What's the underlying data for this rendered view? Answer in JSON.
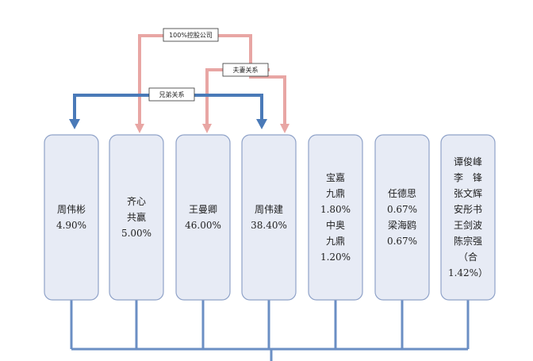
{
  "relations": {
    "holding": "100%控股公司",
    "spouses": "夫妻关系",
    "brothers": "兄弟关系"
  },
  "shareholders": [
    {
      "lines": [
        "周伟彬",
        "4.90%"
      ]
    },
    {
      "lines": [
        "齐心",
        "共赢",
        "5.00%"
      ]
    },
    {
      "lines": [
        "王曼卿",
        "46.00%"
      ]
    },
    {
      "lines": [
        "周伟建",
        "38.40%"
      ]
    },
    {
      "lines": [
        "宝嘉",
        "九鼎",
        "1.80%",
        "中奥",
        "九鼎",
        "1.20%"
      ]
    },
    {
      "lines": [
        "任德思",
        "0.67%",
        "梁海鸥",
        "0.67%"
      ]
    },
    {
      "lines": [
        "谭俊峰",
        "李　锋",
        "张文辉",
        "安彤书",
        "王剑波",
        "陈宗强",
        "（合",
        "1.42%）"
      ]
    }
  ],
  "colors": {
    "holding_line": "#e8a6a4",
    "brother_line": "#4a7ab8",
    "box_fill": "#e7ebf5",
    "box_stroke": "#8fa2c8",
    "bus_line": "#6b8fc4"
  }
}
